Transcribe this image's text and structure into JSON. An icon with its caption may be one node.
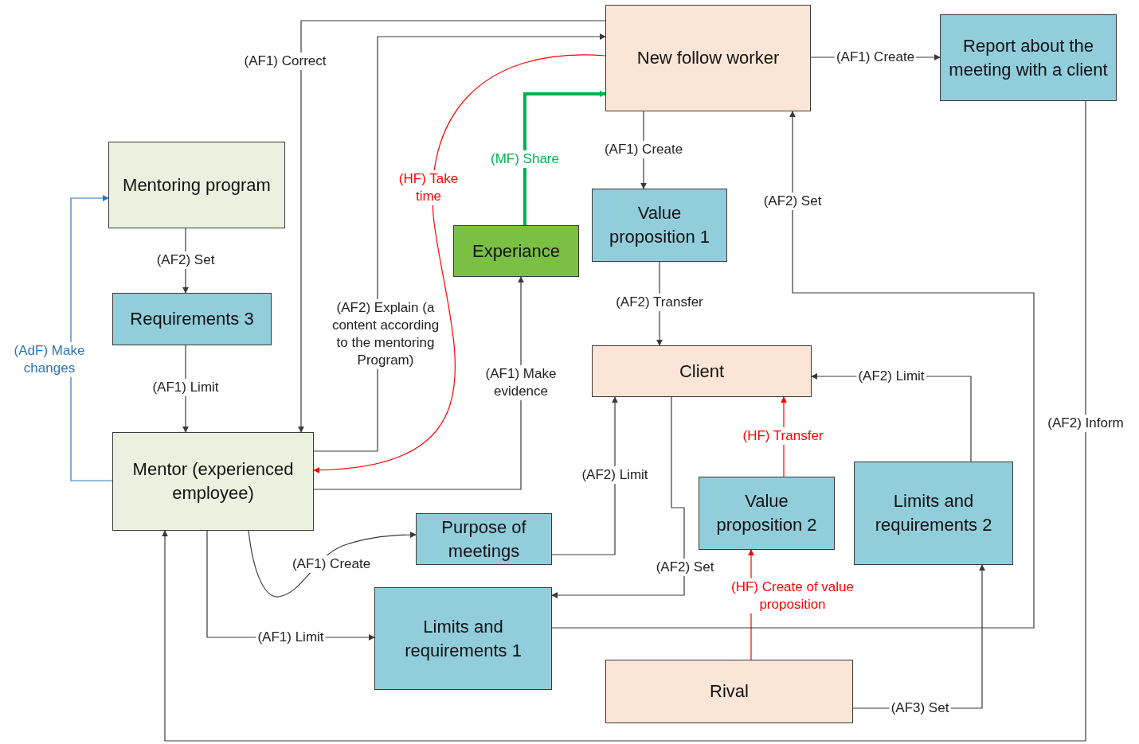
{
  "diagram": {
    "nodes": [
      {
        "text": [
          "New follow worker"
        ]
      },
      {
        "text": [
          "Report about the meeting with a client"
        ]
      },
      {
        "text": [
          "Mentoring program"
        ]
      },
      {
        "text": [
          "Experiance"
        ]
      },
      {
        "text": [
          "Value proposition 1"
        ]
      },
      {
        "text": [
          "Requirements 3"
        ]
      },
      {
        "text": [
          "Client"
        ]
      },
      {
        "text": [
          "Mentor (experienced employee)"
        ]
      },
      {
        "text": [
          "Purpose of meetings"
        ]
      },
      {
        "text": [
          "Value proposition 2"
        ]
      },
      {
        "text": [
          "Limits and requirements 2"
        ]
      },
      {
        "text": [
          "Limits and requirements 1"
        ]
      },
      {
        "text": [
          "Rival"
        ]
      }
    ],
    "edges": [
      {
        "from": 0,
        "to": 7,
        "arrow": "to",
        "label": "(AF1) Correct"
      },
      {
        "from": 7,
        "to": 0,
        "arrow": "to",
        "label": "(AF2) Explain (a content according to the mentoring Program)"
      },
      {
        "from": 0,
        "to": 7,
        "arrow": "to",
        "label": "(HF) Take time",
        "color": "#ff0000"
      },
      {
        "from": 3,
        "to": 0,
        "arrow": "to",
        "label": "(MF) Share",
        "color": "#00b050",
        "style": "thick"
      },
      {
        "from": 0,
        "to": 4,
        "arrow": "to",
        "label": "(AF1) Create"
      },
      {
        "from": 0,
        "to": 1,
        "arrow": "to",
        "label": "(AF1) Create"
      },
      {
        "from": 2,
        "to": 5,
        "arrow": "to",
        "label": "(AF2) Set"
      },
      {
        "from": 5,
        "to": 7,
        "arrow": "to",
        "label": "(AF1) Limit"
      },
      {
        "from": 7,
        "to": 2,
        "arrow": "to",
        "label": "(AdF) Make changes",
        "color": "#2e75b6"
      },
      {
        "from": 7,
        "to": 3,
        "arrow": "to",
        "label": "(AF1) Make evidence"
      },
      {
        "from": 4,
        "to": 6,
        "arrow": "to",
        "label": "(AF2) Transfer"
      },
      {
        "from": 10,
        "to": 6,
        "arrow": "to",
        "label": "(AF2) Limit"
      },
      {
        "from": 9,
        "to": 6,
        "arrow": "to",
        "label": "(HF) Transfer",
        "color": "#ff0000"
      },
      {
        "from": 8,
        "to": 6,
        "arrow": "to",
        "label": "(AF2) Limit"
      },
      {
        "from": 6,
        "to": 11,
        "arrow": "to",
        "label": "(AF2) Set"
      },
      {
        "from": 7,
        "to": 8,
        "arrow": "to",
        "label": "(AF1) Create"
      },
      {
        "from": 7,
        "to": 11,
        "arrow": "to",
        "label": "(AF1) Limit"
      },
      {
        "from": 12,
        "to": 9,
        "arrow": "to",
        "label": "(HF) Create of value proposition",
        "color": "#ff0000"
      },
      {
        "from": 12,
        "to": 10,
        "arrow": "to",
        "label": "(AF3) Set"
      },
      {
        "from": 11,
        "to": 0,
        "arrow": "to",
        "label": "(AF2) Set"
      },
      {
        "from": 1,
        "to": 7,
        "arrow": "to",
        "label": "(AF2) Inform"
      }
    ]
  }
}
